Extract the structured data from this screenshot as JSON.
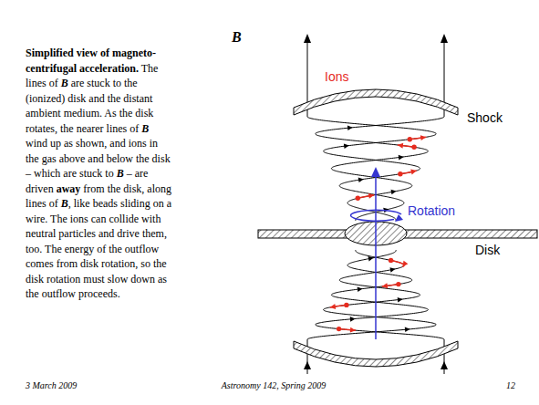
{
  "diagram": {
    "labels": [
      "Simplified view of magneto-centrifugal acceleration.",
      "The lines of",
      "B",
      "are stuck to the (ionized) disk and the distant ambient medium. As the disk rotates, the nearer lines of",
      "B",
      "wind up as shown, and ions in the gas above and below the disk – which are stuck to",
      "B",
      "– are driven",
      "away",
      "from the disk, along lines of",
      "B",
      ", like beads sliding on a wire. The ions can collide with neutral particles and drive them, too. The energy of the outflow comes from disk rotation, so the disk rotation must slow down as the outflow proceeds.",
      "B",
      "Ions",
      "Shock",
      "Rotation",
      "Disk",
      "3 March 2009",
      "Astronomy 142, Spring 2009",
      "12"
    ]
  }
}
